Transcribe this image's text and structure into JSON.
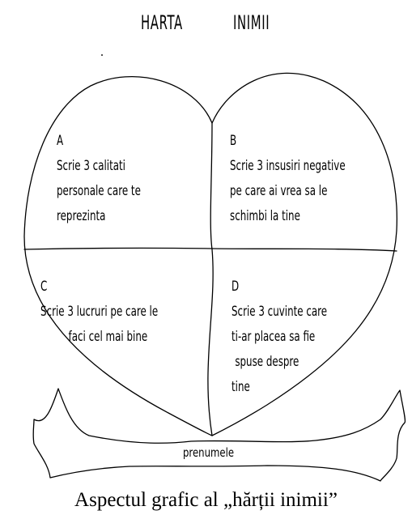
{
  "title": {
    "word1": "HARTA",
    "word2": "INIMII"
  },
  "quadrants": {
    "a": {
      "letter": "A",
      "lines": [
        "Scrie 3 calitati",
        "personale care te",
        "reprezinta"
      ]
    },
    "b": {
      "letter": "B",
      "lines": [
        "Scrie 3 insusiri negative",
        "pe care ai vrea sa le",
        "schimbi la tine"
      ]
    },
    "c": {
      "letter": "C",
      "lines": [
        "Scrie 3 lucruri pe care le",
        "faci cel mai bine"
      ]
    },
    "d": {
      "letter": "D",
      "lines": [
        "Scrie 3 cuvinte care",
        "ti-ar placea sa fie",
        "spuse despre",
        "tine"
      ]
    }
  },
  "banner_label": "prenumele",
  "caption": "Aspectul grafic al „hărții inimii”"
}
